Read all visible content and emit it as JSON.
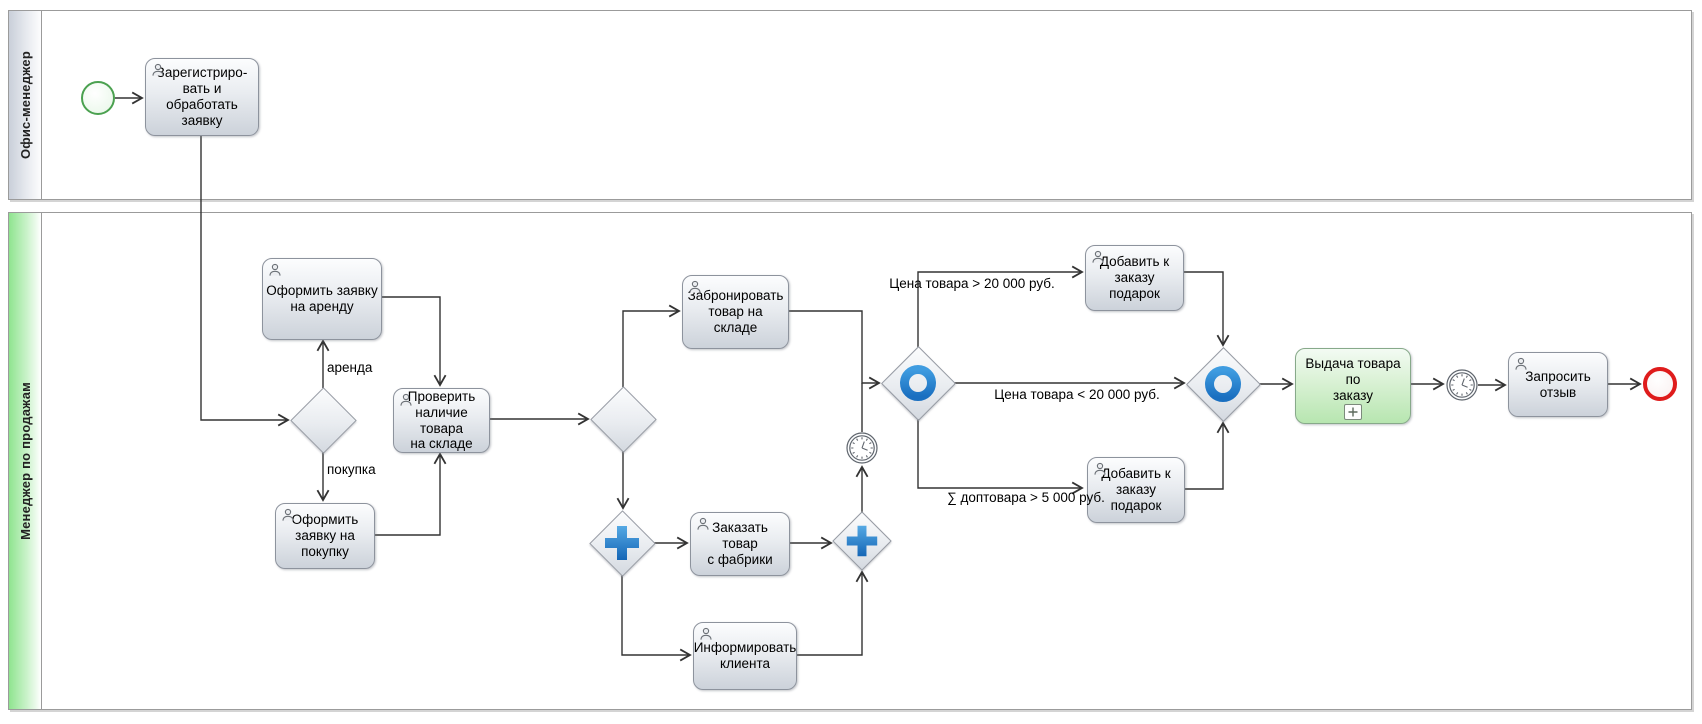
{
  "lanes": [
    {
      "label": "Офис-менеджер"
    },
    {
      "label": "Менеджер по продажам"
    }
  ],
  "tasks": {
    "register": {
      "label": "Зарегистриро-\nвать и обработать\nзаявку"
    },
    "rent_request": {
      "label": "Оформить заявку\nна аренду"
    },
    "purchase_request": {
      "label": "Оформить\nзаявку на\nпокупку"
    },
    "check_stock": {
      "label": "Проверить\nналичие товара\nна складе"
    },
    "reserve_stock": {
      "label": "Забронировать\nтовар на складе"
    },
    "order_factory": {
      "label": "Заказать товар\nс фабрики"
    },
    "inform_client": {
      "label": "Информировать\nклиента"
    },
    "gift_over_20k": {
      "label": "Добавить к\nзаказу подарок"
    },
    "gift_addons_5k": {
      "label": "Добавить к\nзаказу подарок"
    },
    "issue_order": {
      "label": "Выдача товара по\nзаказу"
    },
    "request_feedback": {
      "label": "Запросить\nотзыв"
    }
  },
  "edge_labels": {
    "rent": "аренда",
    "purchase": "покупка",
    "price_gt": "Цена товара > 20 000 руб.",
    "price_lt": "Цена товара < 20 000 руб.",
    "addons_gt": "∑ доптовара > 5 000 руб."
  },
  "icons": {
    "user-task-icon": "person-silhouette",
    "timer-event-icon": "clock",
    "parallel-gateway-icon": "+",
    "inclusive-gateway-icon": "○",
    "exclusive-gateway-icon": "blank-diamond",
    "subprocess-plus-icon": "⊞",
    "start-event-icon": "thin-green-circle",
    "end-event-icon": "thick-red-circle"
  },
  "colors": {
    "accent_blue": "#2184d4",
    "start_event_green": "#4ba150",
    "end_event_red": "#df1c1c",
    "lane1_header": "#c9cfd9",
    "lane2_header": "#8fe48f",
    "task_fill_bottom": "#ccd2da",
    "subprocess_green": "#b7e6b0",
    "connector": "#333333"
  }
}
